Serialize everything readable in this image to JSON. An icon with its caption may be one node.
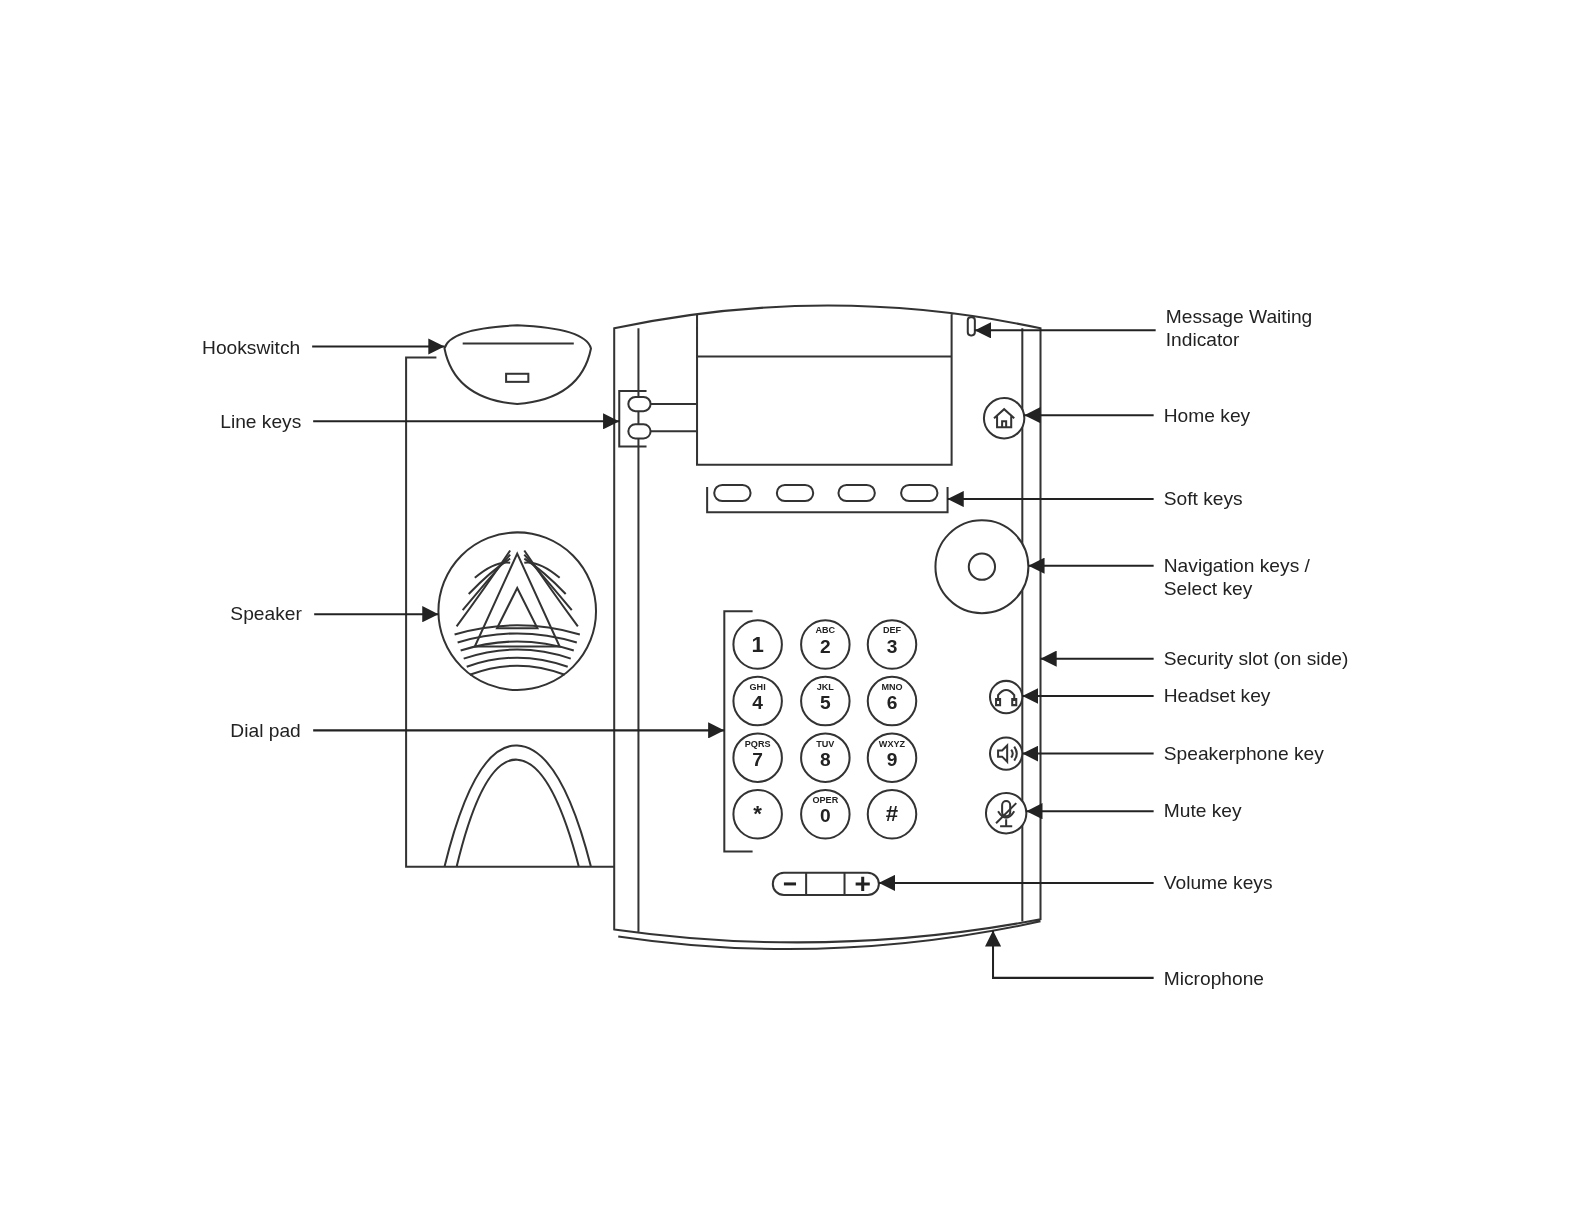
{
  "diagram": {
    "nodes": [
      {
        "text": [
          "Hookswitch"
        ]
      },
      {
        "text": [
          "Line keys"
        ]
      },
      {
        "text": [
          "Speaker"
        ]
      },
      {
        "text": [
          "Dial pad"
        ]
      },
      {
        "text": [
          "Message Waiting Indicator"
        ]
      },
      {
        "text": [
          "Home key"
        ]
      },
      {
        "text": [
          "Soft keys"
        ]
      },
      {
        "text": [
          "Navigation keys / Select key"
        ]
      },
      {
        "text": [
          "Security slot (on side)"
        ]
      },
      {
        "text": [
          "Headset key"
        ]
      },
      {
        "text": [
          "Speakerphone key"
        ]
      },
      {
        "text": [
          "Mute key"
        ]
      },
      {
        "text": [
          "Volume keys"
        ]
      },
      {
        "text": [
          "Microphone"
        ]
      },
      {
        "text": [],
        "shape": "picture"
      },
      {
        "text": [],
        "shape": "picture"
      },
      {
        "text": [],
        "shape": "picture",
        "in": 14
      },
      {
        "text": [],
        "shape": "picture"
      },
      {
        "text": [],
        "shape": "picture",
        "in": 14
      },
      {
        "text": [],
        "shape": "box",
        "in": 14
      },
      {
        "text": [],
        "shape": "picture",
        "in": 14
      },
      {
        "text": [],
        "shape": "picture",
        "in": 14
      },
      {
        "text": [],
        "shape": "picture",
        "in": 14
      },
      {
        "text": [],
        "shape": "picture",
        "in": 14
      },
      {
        "text": [],
        "shape": "picture",
        "in": 14
      },
      {
        "text": [],
        "shape": "picture",
        "in": 14
      },
      {
        "text": [],
        "shape": "picture",
        "in": 14
      }
    ],
    "edges": [
      {
        "from": 0,
        "to": 15,
        "arrow": "to"
      },
      {
        "from": 1,
        "to": 16,
        "arrow": "to"
      },
      {
        "from": 2,
        "to": 17,
        "arrow": "to"
      },
      {
        "from": 3,
        "to": 18,
        "arrow": "to"
      },
      {
        "from": 4,
        "to": 19,
        "arrow": "to"
      },
      {
        "from": 5,
        "to": 20,
        "arrow": "to"
      },
      {
        "from": 6,
        "to": 21,
        "arrow": "to"
      },
      {
        "from": 7,
        "to": 22,
        "arrow": "to"
      },
      {
        "from": 8,
        "to": 14,
        "arrow": "to"
      },
      {
        "from": 9,
        "to": 23,
        "arrow": "to"
      },
      {
        "from": 10,
        "to": 24,
        "arrow": "to"
      },
      {
        "from": 11,
        "to": 25,
        "arrow": "to"
      },
      {
        "from": 12,
        "to": 26,
        "arrow": "to"
      },
      {
        "from": 13,
        "to": 14,
        "arrow": "to"
      }
    ],
    "labels": [
      "1",
      "ABC",
      "2",
      "DEF",
      "3",
      "GHI",
      "4",
      "JKL",
      "5",
      "MNO",
      "6",
      "PQRS",
      "7",
      "TUV",
      "8",
      "WXYZ",
      "9",
      "*",
      "OPER",
      "0",
      "#"
    ]
  }
}
